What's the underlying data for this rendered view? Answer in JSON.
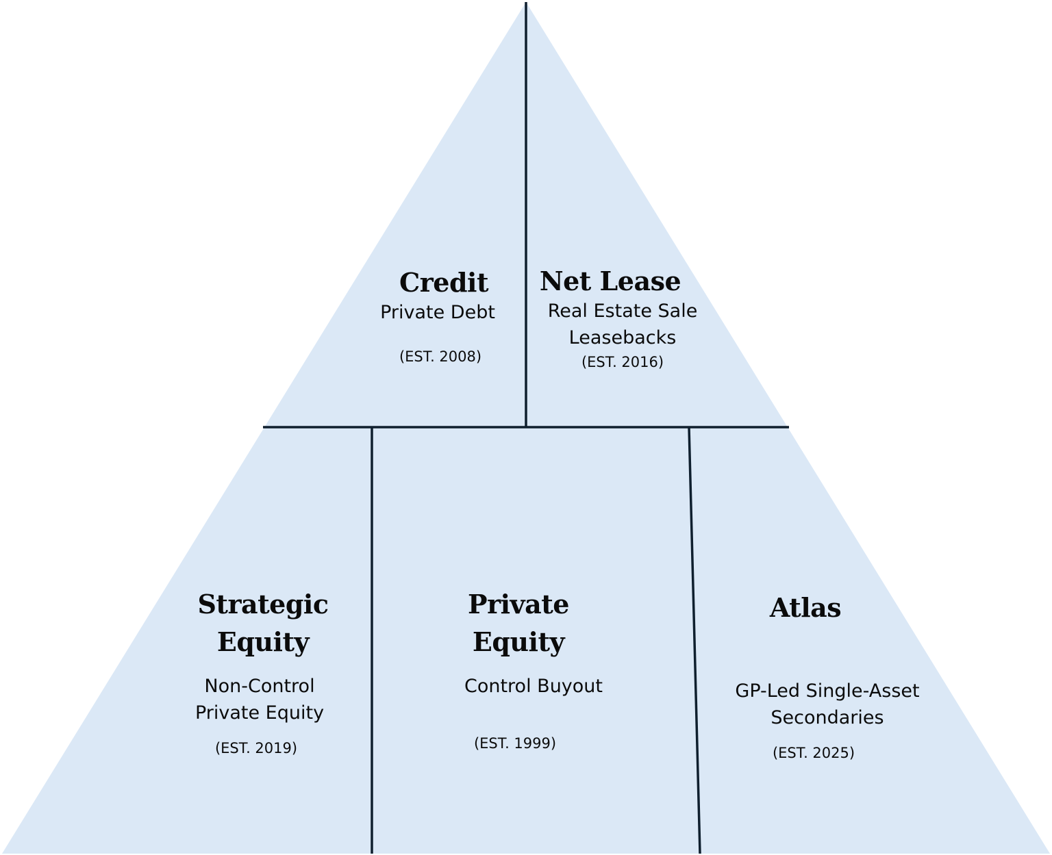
{
  "colors": {
    "fill": "#dbe8f6",
    "line": "#0f1f2e",
    "text": "#0b0b0b"
  },
  "segments": {
    "credit": {
      "title": "Credit",
      "desc": "Private Debt",
      "est": "(EST. 2008)"
    },
    "net_lease": {
      "title": "Net Lease",
      "desc": "Real Estate Sale\nLeasebacks",
      "est": "(EST. 2016)"
    },
    "strategic_equity": {
      "title": "Strategic\nEquity",
      "desc": "Non-Control\nPrivate Equity",
      "est": "(EST. 2019)"
    },
    "private_equity": {
      "title": "Private\nEquity",
      "desc": "Control Buyout",
      "est": "(EST. 1999)"
    },
    "atlas": {
      "title": "Atlas",
      "desc": "GP-Led Single-Asset\nSecondaries",
      "est": "(EST. 2025)"
    }
  }
}
